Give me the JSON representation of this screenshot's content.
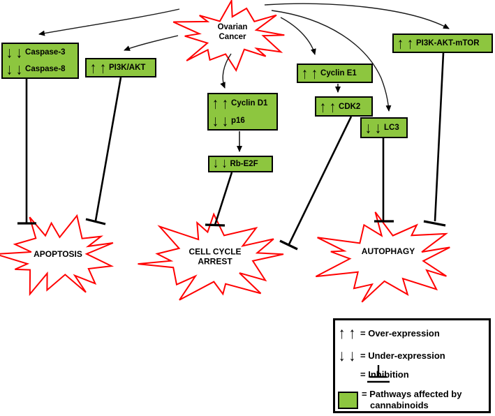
{
  "colors": {
    "box_green": "#8DC63F",
    "burst_red": "#FF0000",
    "line_black": "#000000"
  },
  "bursts": {
    "ovarian_cancer": {
      "line1": "Ovarian",
      "line2": "Cancer"
    },
    "apoptosis": {
      "label": "APOPTOSIS"
    },
    "cell_cycle_arrest": {
      "line1": "CELL CYCLE",
      "line2": "ARREST"
    },
    "autophagy": {
      "label": "AUTOPHAGY"
    }
  },
  "boxes": {
    "caspase": {
      "rows": [
        {
          "arrows": "↓ ↓",
          "direction": "down",
          "label": "Caspase-3"
        },
        {
          "arrows": "↓ ↓",
          "direction": "down",
          "label": "Caspase-8"
        }
      ]
    },
    "pi3k_akt": {
      "rows": [
        {
          "arrows": "↑ ↑",
          "direction": "up",
          "label": "PI3K/AKT"
        }
      ]
    },
    "cyclin_d1_p16": {
      "rows": [
        {
          "arrows": "↑ ↑",
          "direction": "up",
          "label": "Cyclin D1"
        },
        {
          "arrows": "↓ ↓",
          "direction": "down",
          "label": "p16"
        }
      ]
    },
    "cyclin_e1": {
      "rows": [
        {
          "arrows": "↑ ↑",
          "direction": "up",
          "label": "Cyclin E1"
        }
      ]
    },
    "cdk2": {
      "rows": [
        {
          "arrows": "↑ ↑",
          "direction": "up",
          "label": "CDK2"
        }
      ]
    },
    "lc3": {
      "rows": [
        {
          "arrows": "↓ ↓",
          "direction": "down",
          "label": "LC3"
        }
      ]
    },
    "pi3k_akt_mtor": {
      "rows": [
        {
          "arrows": "↑ ↑",
          "direction": "up",
          "label": "PI3K-AKT-mTOR"
        }
      ]
    },
    "rb_e2f": {
      "rows": [
        {
          "arrows": "↓ ↓",
          "direction": "down",
          "label": "Rb-E2F"
        }
      ]
    }
  },
  "legend": {
    "over_expression": {
      "symbol": "↑ ↑",
      "label": "= Over-expression"
    },
    "under_expression": {
      "symbol": "↓ ↓",
      "label": "= Under-expression"
    },
    "inhibition": {
      "label": "= Inhibition"
    },
    "pathways": {
      "label_line1": "= Pathways affected by",
      "label_line2": "cannabinoids"
    }
  }
}
